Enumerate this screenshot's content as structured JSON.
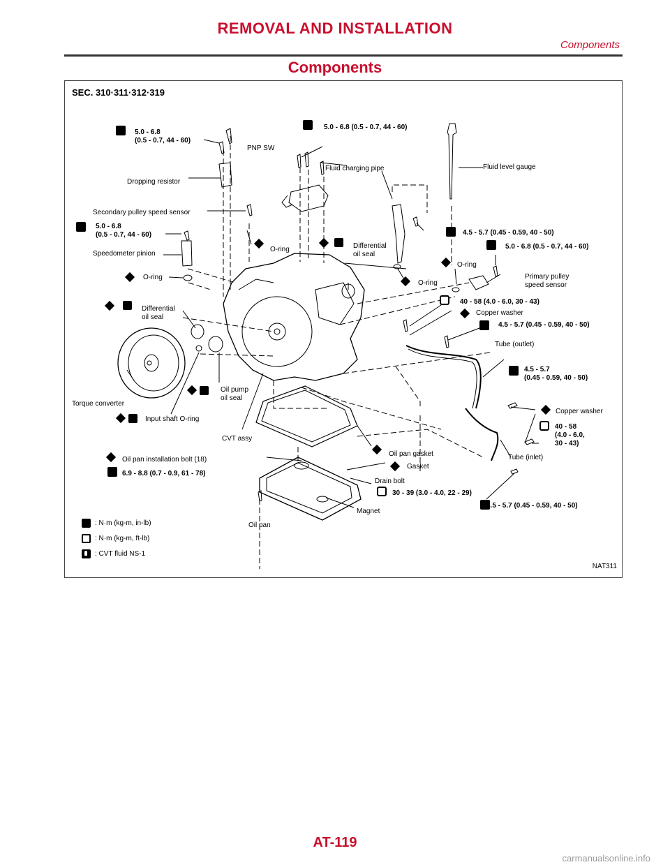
{
  "header": {
    "title": "REMOVAL AND INSTALLATION",
    "subtitle": "Components"
  },
  "page_title": "Components",
  "diagram": {
    "section": "SEC. 310·311·312·319",
    "figure_id": "NAT311",
    "labels": {
      "torque_top_left": "5.0 - 6.8\n(0.5 - 0.7, 44 - 60)",
      "torque_top_center": "5.0 - 6.8 (0.5 - 0.7, 44 - 60)",
      "pnp_sw": "PNP SW",
      "fluid_charging_pipe": "Fluid charging pipe",
      "fluid_level_gauge": "Fluid level gauge",
      "dropping_resistor": "Dropping resistor",
      "secondary_pulley_sensor": "Secondary pulley speed sensor",
      "torque_left_mid": "5.0 - 6.8\n(0.5 - 0.7, 44 - 60)",
      "oring_1": "O-ring",
      "differential_oil_seal_1": "Differential\noil seal",
      "torque_right_1": "4.5 - 5.7 (0.45 - 0.59, 40 - 50)",
      "torque_right_2": "5.0 - 6.8 (0.5 - 0.7, 44 - 60)",
      "speedometer_pinion": "Speedometer pinion",
      "oring_2": "O-ring",
      "primary_pulley_sensor": "Primary pulley\nspeed sensor",
      "oring_3": "O-ring",
      "oring_4": "O-ring",
      "torque_right_3": "40 - 58 (4.0 - 6.0, 30 - 43)",
      "differential_oil_seal_2": "Differential\noil seal",
      "copper_washer_1": "Copper washer",
      "torque_right_4": "4.5 - 5.7 (0.45 - 0.59, 40 - 50)",
      "tube_outlet": "Tube (outlet)",
      "torque_right_5": "4.5 - 5.7\n(0.45 - 0.59, 40 - 50)",
      "oil_pump_oil_seal": "Oil pump\noil seal",
      "torque_converter": "Torque converter",
      "copper_washer_2": "Copper washer",
      "input_shaft_oring": "Input shaft O-ring",
      "torque_right_6": "40 - 58\n(4.0 - 6.0,\n30 - 43)",
      "cvt_assy": "CVT assy",
      "tube_inlet": "Tube (inlet)",
      "oil_pan_gasket": "Oil pan gasket",
      "oil_pan_bolt": "Oil pan installation bolt (18)",
      "gasket": "Gasket",
      "torque_bottom_left": "6.9 - 8.8 (0.7 - 0.9, 61 - 78)",
      "drain_bolt": "Drain bolt",
      "torque_drain": "30 - 39 (3.0 - 4.0, 22 - 29)",
      "magnet": "Magnet",
      "torque_right_7": "4.5 - 5.7 (0.45 - 0.59, 40 - 50)",
      "oil_pan": "Oil pan"
    },
    "legend": [
      {
        "icon": "torque-wrench-icon",
        "text": ": N·m (kg-m, in-lb)"
      },
      {
        "icon": "torque-wrench-outline-icon",
        "text": ": N·m (kg-m, ft-lb)"
      },
      {
        "icon": "cvt-fluid-icon",
        "text": ": CVT fluid NS-1"
      }
    ]
  },
  "footer": {
    "page_number": "AT-119"
  },
  "watermark": "carmanualsonline.info",
  "colors": {
    "accent": "#c8102e",
    "line": "#000000",
    "frame": "#444444"
  }
}
